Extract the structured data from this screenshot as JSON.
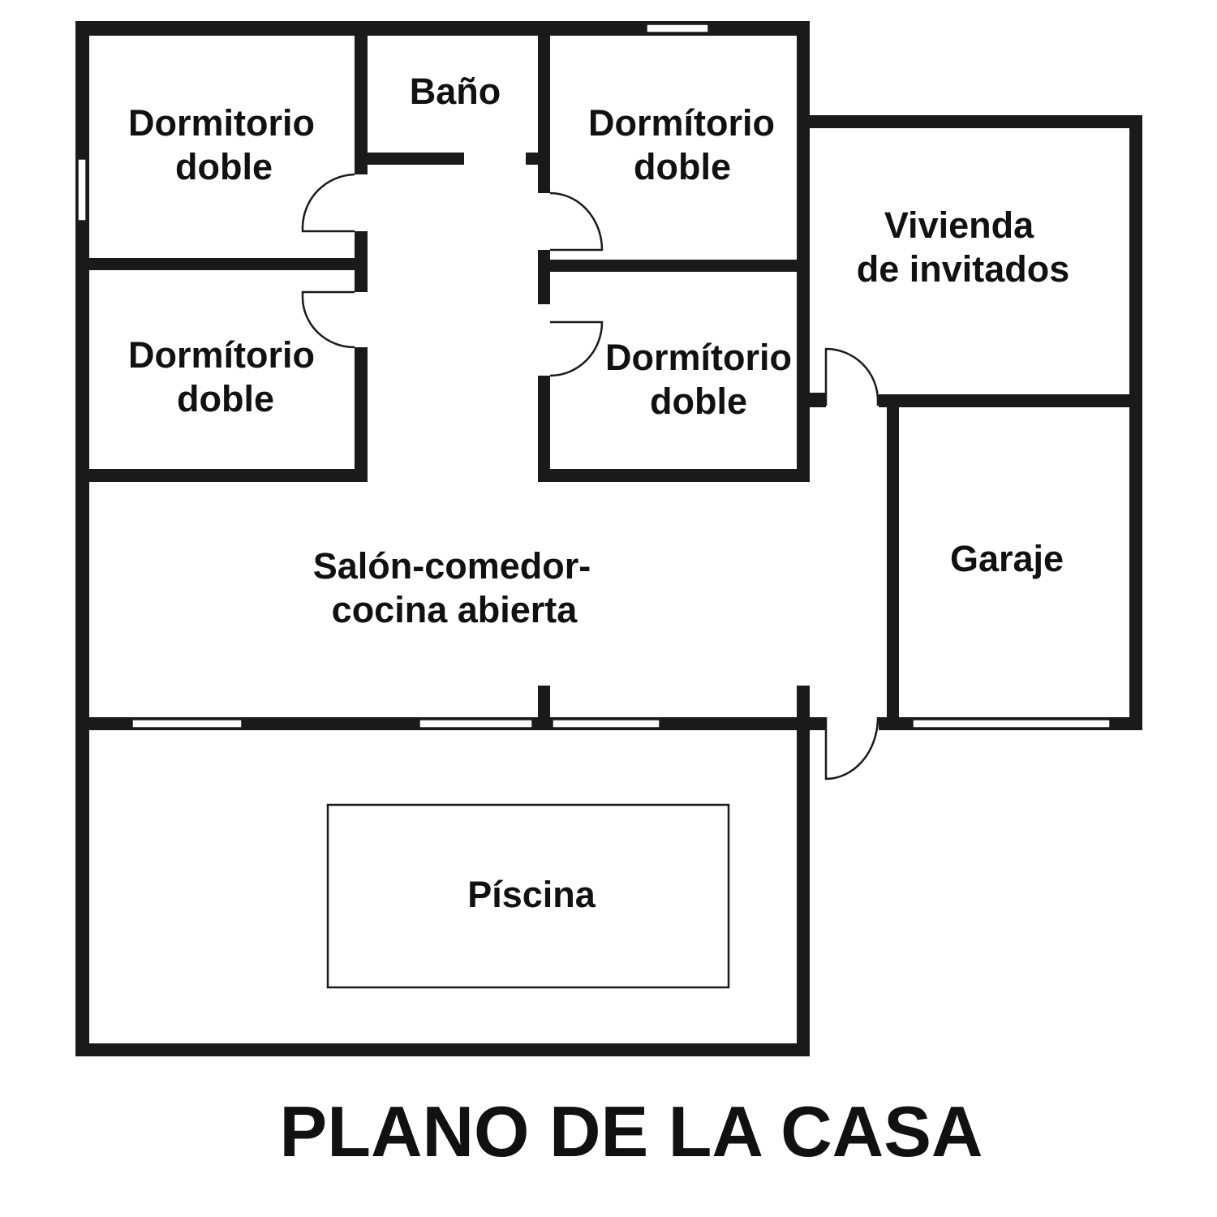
{
  "rooms": {
    "bedroom_top_left": [
      "Dormitorio",
      "doble"
    ],
    "bathroom": "Baño",
    "bedroom_top_right": [
      "Dormítorio",
      "doble"
    ],
    "guest_house": [
      "Vivienda",
      "de invitados"
    ],
    "bedroom_mid_left": [
      "Dormítorio",
      "doble"
    ],
    "bedroom_mid_right": [
      "Dormítorio",
      "doble"
    ],
    "living": [
      "Salón-comedor-",
      "cocina abierta"
    ],
    "garage": "Garaje",
    "pool": "Píscina"
  },
  "title": "PLANO DE LA CASA",
  "colors": {
    "wall": "#1a1a1a",
    "background": "#ffffff"
  }
}
